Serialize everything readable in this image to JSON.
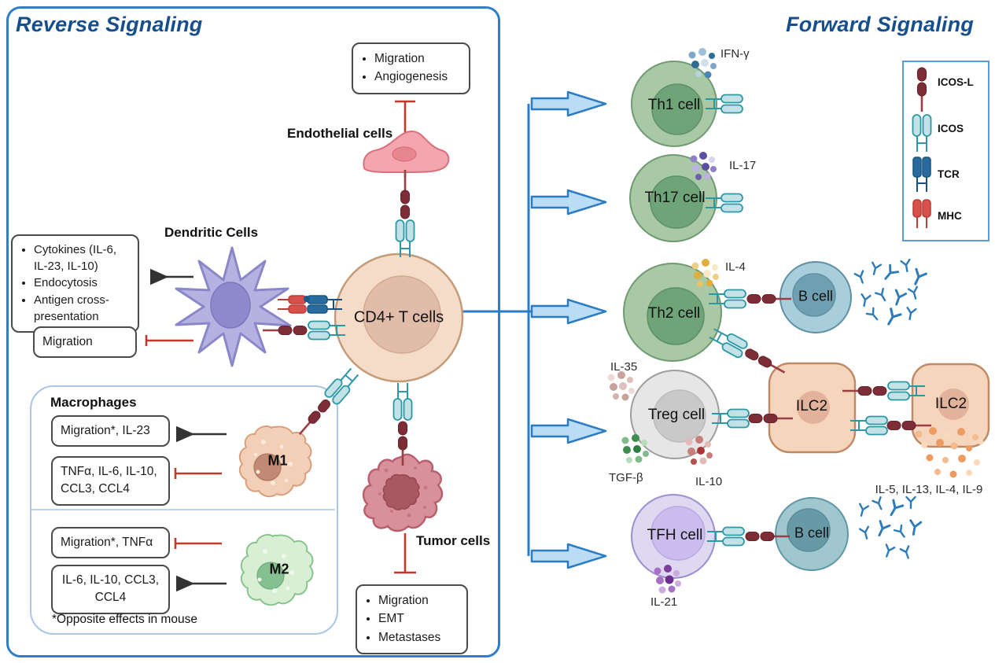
{
  "titles": {
    "reverse": "Reverse Signaling",
    "forward": "Forward Signaling"
  },
  "legend": {
    "items": [
      {
        "icon": "icos-l-icon",
        "label": "ICOS-L"
      },
      {
        "icon": "icos-icon",
        "label": "ICOS"
      },
      {
        "icon": "tcr-icon",
        "label": "TCR"
      },
      {
        "icon": "mhc-icon",
        "label": "MHC"
      }
    ]
  },
  "cells": {
    "cd4": "CD4+ T cells",
    "endothelial": "Endothelial cells",
    "dendritic": "Dendritic Cells",
    "macrophages": "Macrophages",
    "m1": "M1",
    "m2": "M2",
    "tumor": "Tumor cells",
    "th1": "Th1 cell",
    "th17": "Th17 cell",
    "th2": "Th2 cell",
    "treg": "Treg cell",
    "tfh": "TFH cell",
    "b_cell_top": "B cell",
    "b_cell_bottom": "B cell",
    "ilc2_left": "ILC2",
    "ilc2_right": "ILC2"
  },
  "cytokines": {
    "ifng": "IFN-γ",
    "il17": "IL-17",
    "il4": "IL-4",
    "il35": "IL-35",
    "tgfb": "TGF-β",
    "il10": "IL-10",
    "ilc2_output": "IL-5, IL-13, IL-4, IL-9",
    "il21": "IL-21"
  },
  "boxes": {
    "endothelial_effects": {
      "items": [
        "Migration",
        "Angiogenesis"
      ]
    },
    "dc_activation": {
      "items": [
        "Cytokines (IL-6, IL-23, IL-10)",
        "Endocytosis",
        "Antigen cross-presentation"
      ]
    },
    "dc_inhibition": {
      "text": "Migration"
    },
    "m1_induced": {
      "text": "Migration*, IL-23"
    },
    "m1_inhibited": {
      "text": "TNFα, IL-6, IL-10, CCL3, CCL4"
    },
    "m2_inhibited": {
      "text": "Migration*, TNFα"
    },
    "m2_induced": {
      "text": "IL-6, IL-10, CCL3, CCL4"
    },
    "tumor_effects": {
      "items": [
        "Migration",
        "EMT",
        "Metastases"
      ]
    },
    "footnote": "*Opposite effects in mouse"
  },
  "colors": {
    "accent_blue": "#2b7cc4",
    "panel_border": "#2e7ec9",
    "inner_panel_border": "#a9c6e8",
    "title_blue": "#174f8c",
    "inhibition_red": "#c0392b",
    "block_arrow_fill": "#badcf5",
    "icos_l": "#7d2d36",
    "icos_fill": "#c2e2e8",
    "icos_stroke": "#2d98a5",
    "tcr": "#2a6b9f",
    "mhc": "#d8504b",
    "antibody_blue": "#2d7bb8"
  }
}
